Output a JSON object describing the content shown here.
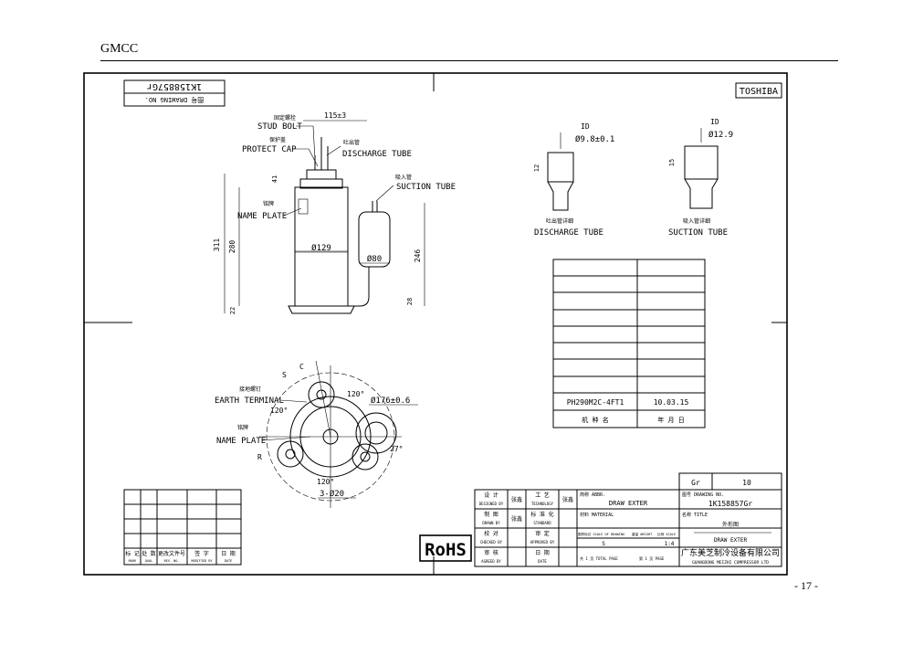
{
  "page": {
    "header": "GMCC",
    "page_number": "- 17 -"
  },
  "drawing": {
    "drawing_no_rotated": "1K158857Gr",
    "drawing_no_label_rotated": "图号 DRAWING NO.",
    "brand": "TOSHIBA",
    "labels": {
      "stud_bolt_cn": "固定螺栓",
      "stud_bolt": "STUD BOLT",
      "protect_cap_cn": "保护盖",
      "protect_cap": "PROTECT CAP",
      "discharge_tube_cn": "吐出管",
      "discharge_tube": "DISCHARGE TUBE",
      "suction_tube_cn": "吸入管",
      "suction_tube": "SUCTION TUBE",
      "name_plate_cn": "铭牌",
      "name_plate": "NAME PLATE",
      "earth_terminal_cn": "接地螺钉",
      "earth_terminal": "EARTH TERMINAL",
      "name_plate2_cn": "铭牌",
      "name_plate2": "NAME PLATE",
      "discharge_detail_cn": "吐出管详细",
      "discharge_detail": "DISCHARGE TUBE",
      "suction_detail_cn": "吸入管详细",
      "suction_detail": "SUCTION TUBE",
      "rohs": "RoHS"
    },
    "dims": {
      "top_width": "115±3",
      "h311": "311",
      "h280": "280",
      "h41": "41",
      "h22": "22",
      "d129": "Ø129",
      "d80": "Ø80",
      "h246": "246",
      "h28": "28",
      "id1": "ID",
      "id1_val": "Ø9.8±0.1",
      "h12": "12",
      "id2": "ID",
      "id2_val": "Ø12.9",
      "h15": "15",
      "s": "S",
      "c": "C",
      "r": "R",
      "a120_1": "120°",
      "a120_2": "120°",
      "a120_3": "120°",
      "a27": "27°",
      "d176": "Ø176±0.6",
      "holes": "3-Ø20"
    },
    "spec_table": {
      "model": "PH290M2C-4FT1",
      "date": "10.03.15",
      "model_cn": "机 种 名",
      "date_cn": "年 月 日"
    },
    "rev_table": {
      "headers": [
        "标 记",
        "处 数",
        "更改文件号",
        "签 字",
        "日 期"
      ],
      "headers_en": [
        "MARK",
        "QUAL",
        "REV. NO.",
        "MODIFIED BY",
        "DATE"
      ]
    },
    "title_block": {
      "designed_cn": "设 计",
      "designed": "DESIGNED BY",
      "drawn_cn": "制 图",
      "drawn": "DRAWN BY",
      "checked_cn": "校 对",
      "checked": "CHECKED BY",
      "agreed_cn": "审 核",
      "agreed": "AGREED BY",
      "signer": "张鑫",
      "technology_cn": "工 艺",
      "technology": "TECHNOLOGY",
      "standard_cn": "标 准 化",
      "standard": "STANDARD",
      "approved_cn": "审 定",
      "approved": "APPROVED BY",
      "date_cn": "日 期",
      "date": "DATE",
      "abbr": "简称 ABBR.",
      "abbr_val": "DRAW EXTER",
      "material": "材料 MATERIAL",
      "scale_lbl": "图样标记 SCALE OF DRAWING",
      "weight_lbl": "重量 WEIGHT",
      "ratio_lbl": "比例 SCALE",
      "s_val": "S",
      "ratio_val": "1:4",
      "total_pages": "共 1 页 TOTAL PAGE",
      "page_lbl": "第 1 页 PAGE",
      "gr": "Gr",
      "gr_val": "10",
      "drawing_no_lbl": "图号 DRAWING NO.",
      "drawing_no": "1K158857Gr",
      "title_lbl": "名称 TITLE",
      "title_cn": "外形图",
      "title_en": "DRAW EXTER",
      "company_cn": "广东美芝制冷设备有限公司",
      "company_en": "GUANGDONG MEIZHI COMPRESSOR LTD"
    }
  }
}
